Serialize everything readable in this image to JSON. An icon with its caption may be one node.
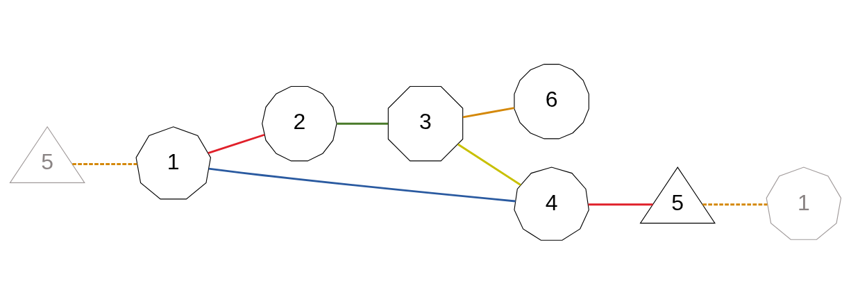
{
  "diagram": {
    "nodes": [
      {
        "text": [
          "1"
        ]
      },
      {
        "text": [
          "2"
        ]
      },
      {
        "text": [
          "3"
        ]
      },
      {
        "text": [
          "6"
        ]
      },
      {
        "text": [
          "4"
        ]
      },
      {
        "text": [
          "5"
        ]
      },
      {
        "text": [
          "1"
        ]
      },
      {
        "text": [
          "5"
        ]
      }
    ],
    "edges": [
      {
        "from": 0,
        "to": 1,
        "arrow": "none",
        "color": "#e0202a"
      },
      {
        "from": 1,
        "to": 2,
        "arrow": "none",
        "color": "#4a7a2a"
      },
      {
        "from": 2,
        "to": 3,
        "arrow": "none",
        "color": "#d4880a"
      },
      {
        "from": 0,
        "to": 4,
        "arrow": "none",
        "color": "#2a5aa0"
      },
      {
        "from": 2,
        "to": 4,
        "arrow": "none",
        "color": "#c8c000"
      },
      {
        "from": 4,
        "to": 5,
        "arrow": "none",
        "color": "#e0202a"
      },
      {
        "from": 5,
        "to": 6,
        "arrow": "none",
        "style": "dashed",
        "color": "#d4880a"
      },
      {
        "from": 7,
        "to": 0,
        "arrow": "none",
        "style": "dashed",
        "color": "#d4880a"
      }
    ]
  }
}
